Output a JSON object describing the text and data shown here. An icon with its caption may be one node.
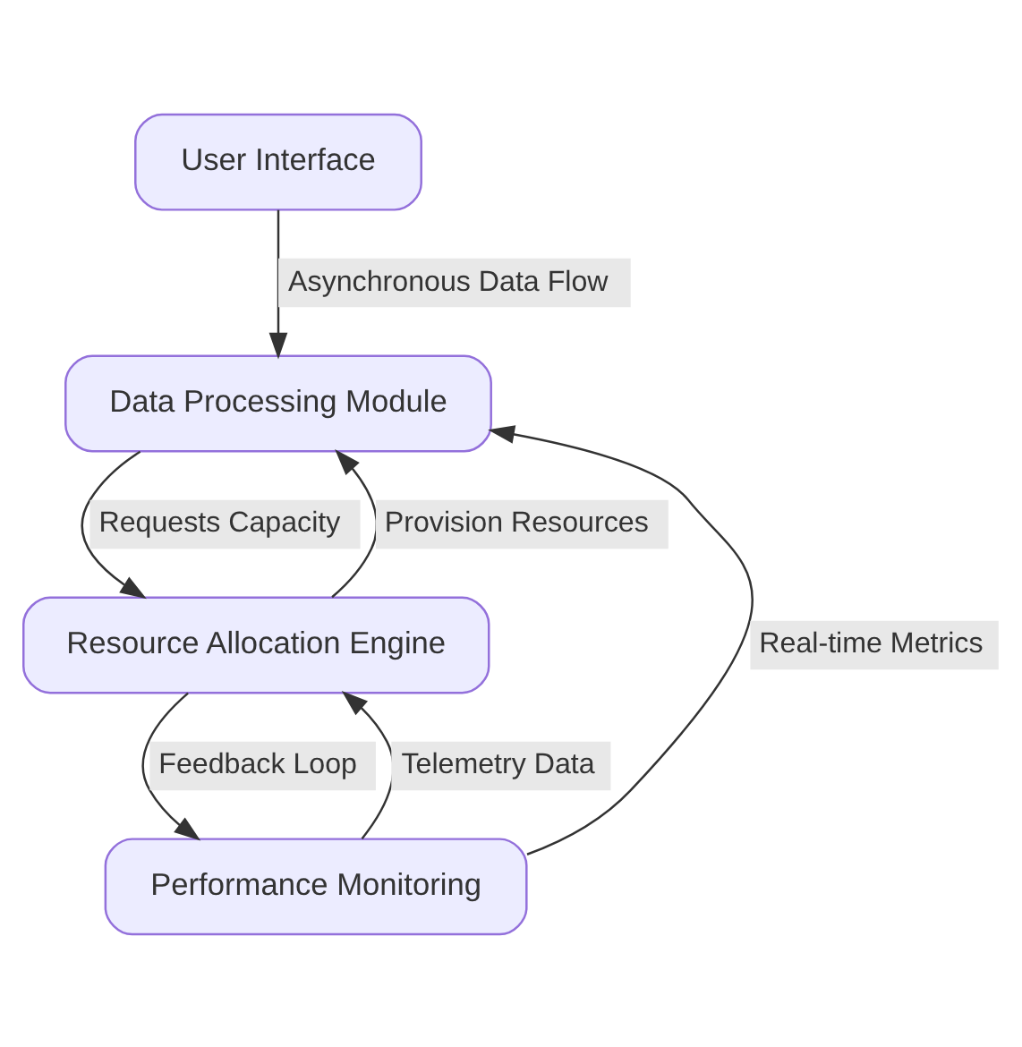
{
  "diagram": {
    "nodes": [
      {
        "text": [
          "User Interface"
        ]
      },
      {
        "text": [
          "Data Processing Module"
        ]
      },
      {
        "text": [
          "Resource Allocation Engine"
        ]
      },
      {
        "text": [
          "Performance Monitoring"
        ]
      }
    ],
    "edges": [
      {
        "from": 0,
        "to": 1,
        "arrow": "to",
        "label": "Asynchronous Data Flow"
      },
      {
        "from": 1,
        "to": 2,
        "arrow": "to",
        "label": "Requests Capacity"
      },
      {
        "from": 2,
        "to": 1,
        "arrow": "to",
        "label": "Provision Resources"
      },
      {
        "from": 2,
        "to": 3,
        "arrow": "to",
        "label": "Feedback Loop"
      },
      {
        "from": 3,
        "to": 2,
        "arrow": "to",
        "label": "Telemetry Data"
      },
      {
        "from": 3,
        "to": 1,
        "arrow": "to",
        "label": "Real-time Metrics"
      }
    ]
  }
}
